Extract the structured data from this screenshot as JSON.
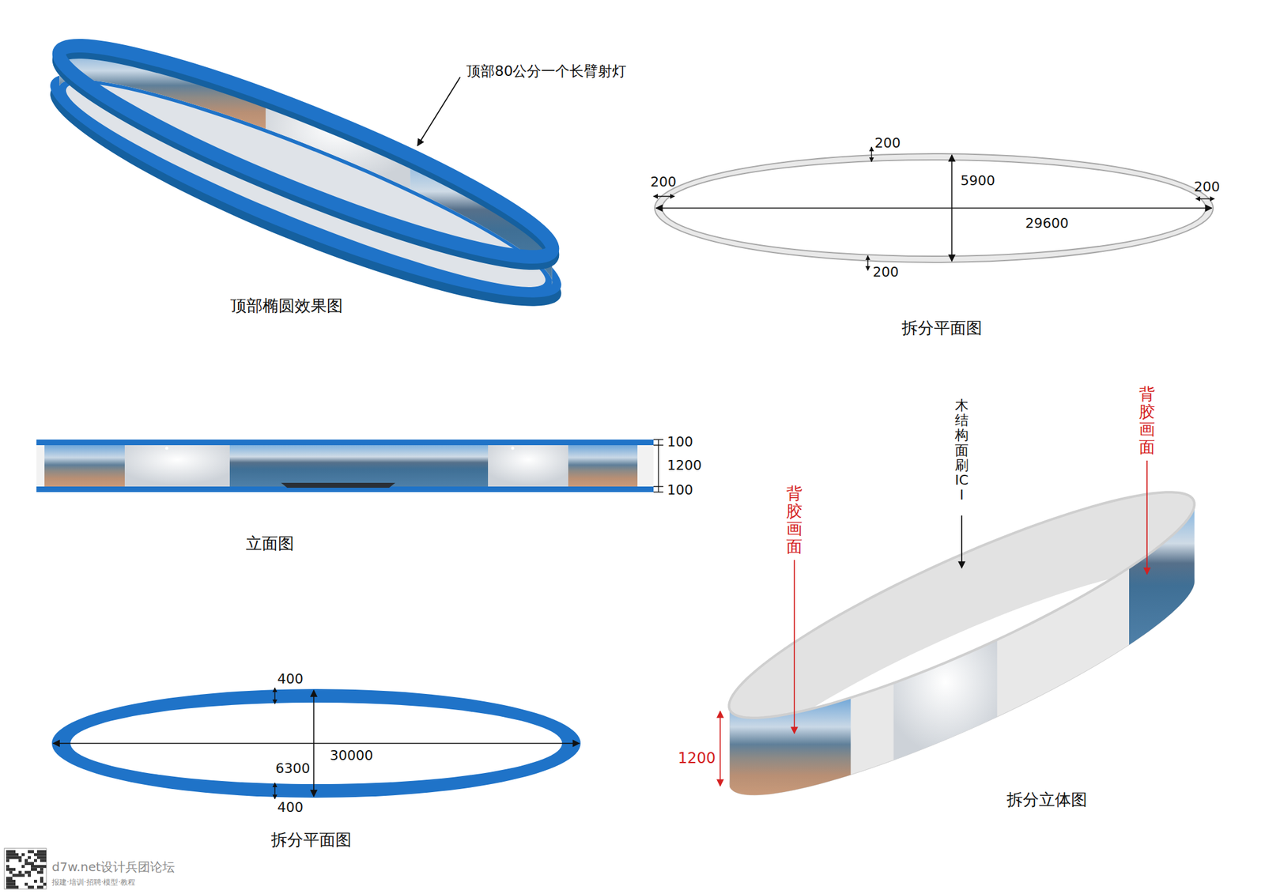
{
  "diagram": {
    "labels": [
      "顶部80公分一个长臂射灯",
      "顶部椭圆效果图",
      "200",
      "200",
      "5900",
      "200",
      "29600",
      "200",
      "拆分平面图",
      "100",
      "1200",
      "100",
      "立面图",
      "木结构面刷ICI",
      "背胶画面",
      "背胶画面",
      "1200",
      "拆分立体图",
      "400",
      "30000",
      "6300",
      "400",
      "拆分平面图",
      "d7w.net设计兵团论坛",
      "报建·培训·招聘·模型·教程"
    ]
  }
}
